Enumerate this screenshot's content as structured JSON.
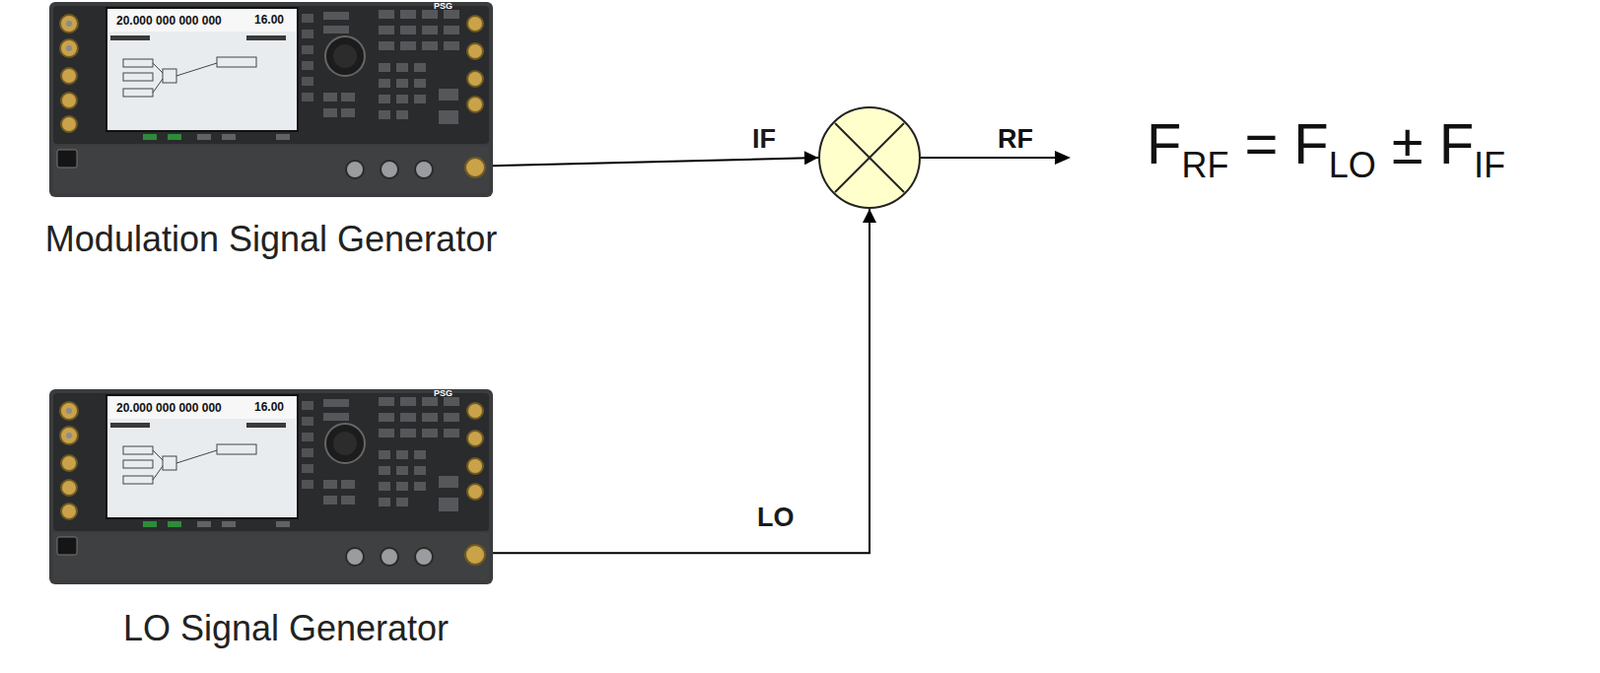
{
  "diagram": {
    "nodes": [
      {
        "text": [
          "Modulation Signal Generator"
        ]
      },
      {
        "text": []
      },
      {
        "text": [
          "LO Signal Generator"
        ]
      }
    ],
    "edges": [
      {
        "from": 0,
        "to": 1,
        "arrow": "to",
        "label": "IF"
      },
      {
        "from": 2,
        "to": 1,
        "arrow": "to",
        "label": "LO"
      }
    ],
    "labels": [
      "RF",
      "F",
      "RF",
      "=",
      "F",
      "LO",
      "±",
      "F",
      "IF",
      "20.000 000 000 000",
      "16.00",
      "PSG",
      "20.000 000 000 000",
      "16.00",
      "PSG"
    ]
  }
}
